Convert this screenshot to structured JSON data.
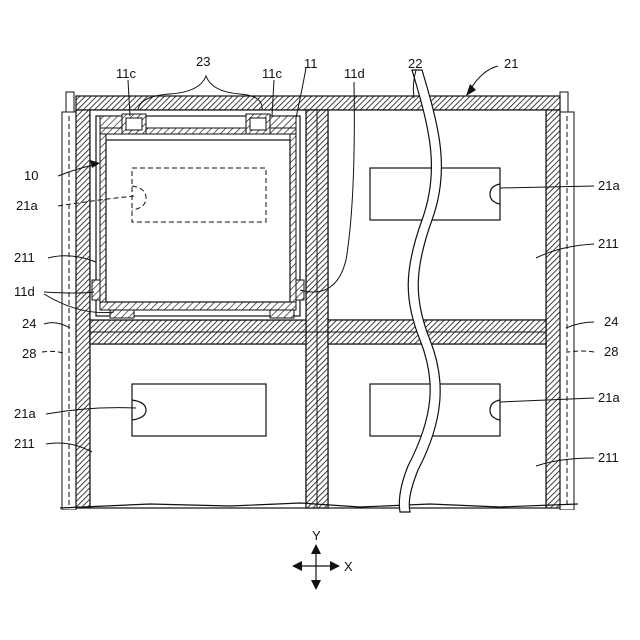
{
  "labels": {
    "l_21": "21",
    "l_22": "22",
    "l_23": "23",
    "l_11c_left": "11c",
    "l_11c_right": "11c",
    "l_11": "11",
    "l_11d_top": "11d",
    "l_10": "10",
    "l_21a_dash": "21a",
    "l_211_left_top": "211",
    "l_11d_left": "11d",
    "l_24_left": "24",
    "l_28_left": "28",
    "l_21a_right_top": "21a",
    "l_211_right_top": "211",
    "l_24_right": "24",
    "l_28_right": "28",
    "l_21a_left_bottom": "21a",
    "l_211_left_bottom": "211",
    "l_21a_right_bottom": "21a",
    "l_211_right_bottom": "211"
  },
  "axes": {
    "y": "Y",
    "x": "X"
  }
}
